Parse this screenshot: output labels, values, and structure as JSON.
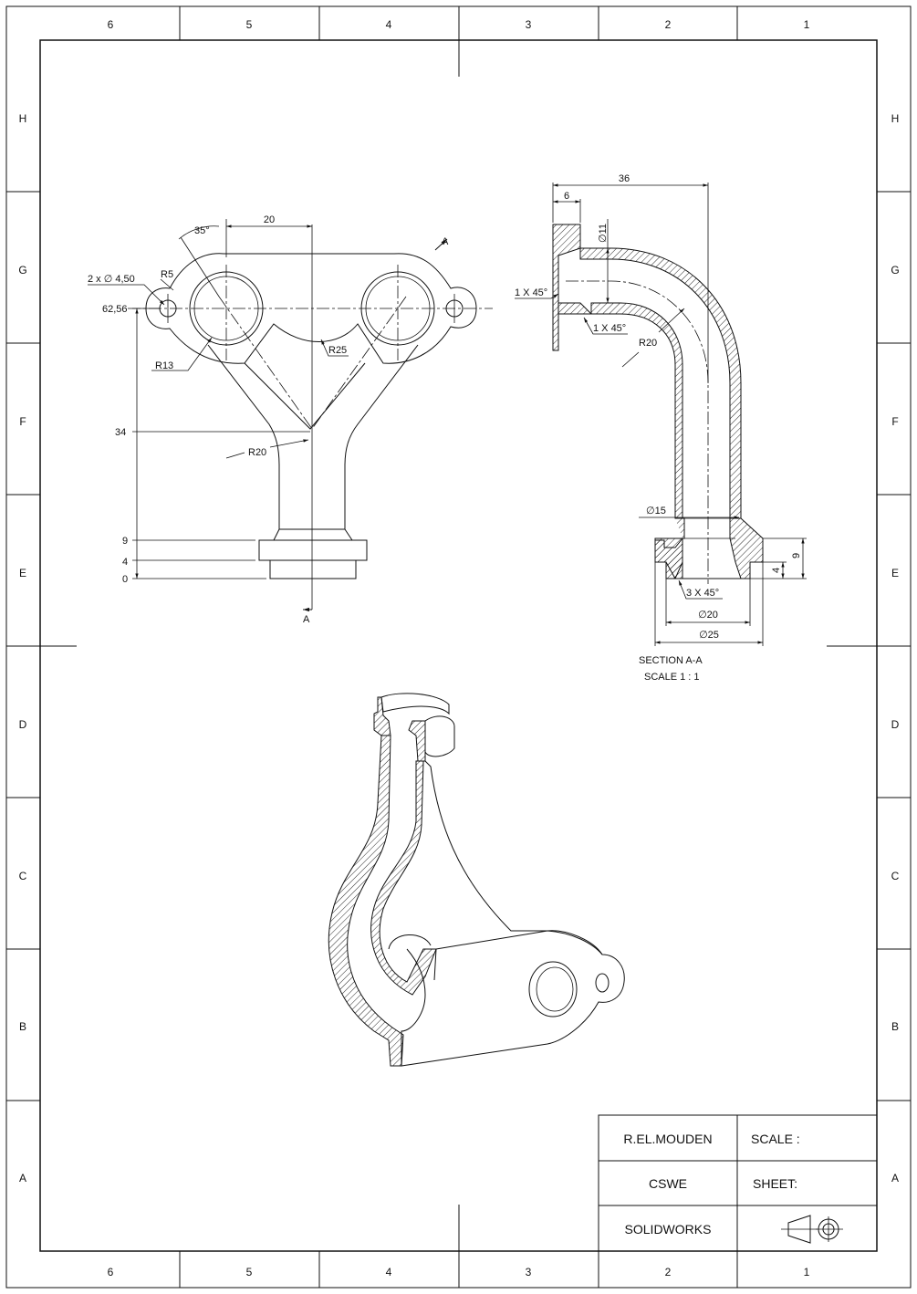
{
  "border": {
    "columns_top": [
      "6",
      "5",
      "4",
      "3",
      "2",
      "1"
    ],
    "columns_bottom": [
      "6",
      "5",
      "4",
      "3",
      "2",
      "1"
    ],
    "rows_left": [
      "H",
      "G",
      "F",
      "E",
      "D",
      "C",
      "B",
      "A"
    ],
    "rows_right": [
      "H",
      "G",
      "F",
      "E",
      "D",
      "C",
      "B",
      "A"
    ]
  },
  "front_view": {
    "angle": "35°",
    "width_top": "20",
    "holes": "2 x ∅ 4,50",
    "radius_r5": "R5",
    "height_total": "62,56",
    "radius_r13": "R13",
    "radius_r25": "R25",
    "height_branch": "34",
    "radius_r20": "R20",
    "height_9": "9",
    "height_4": "4",
    "height_0": "0",
    "section_marker_top": "A",
    "section_marker_bottom": "A"
  },
  "section_view": {
    "dim_36": "36",
    "dim_6": "6",
    "dia_11": "∅11",
    "chamfer_top": "1 X 45°",
    "chamfer_inner": "1 X 45°",
    "radius": "R20",
    "dia_15": "∅15",
    "dim_9": "9",
    "dim_4": "4",
    "chamfer_bottom": "3 X 45°",
    "dia_20": "∅20",
    "dia_25": "∅25",
    "title": "SECTION A-A",
    "scale": "SCALE 1 : 1"
  },
  "title_block": {
    "author": "R.EL.MOUDEN",
    "scale_label": "SCALE :",
    "cert": "CSWE",
    "sheet_label": "SHEET:",
    "software": "SOLIDWORKS",
    "projection_icon": "first-angle-projection-icon"
  }
}
